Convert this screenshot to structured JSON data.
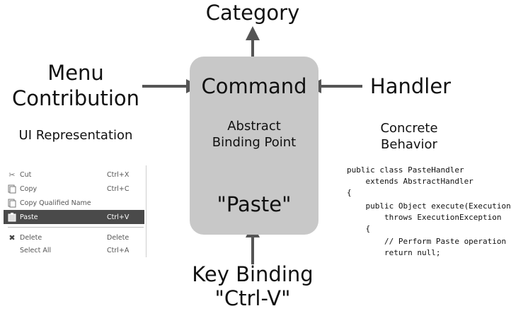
{
  "diagram": {
    "category": "Category",
    "menu_contribution": "Menu\nContribution",
    "ui_representation": "UI Representation",
    "command": "Command",
    "abstract_binding_point": "Abstract\nBinding Point",
    "paste": "\"Paste\"",
    "handler": "Handler",
    "concrete_behavior": "Concrete\nBehavior",
    "key_binding": "Key Binding",
    "key_binding_value": "\"Ctrl-V\""
  },
  "menu": {
    "items": [
      {
        "label": "Cut",
        "shortcut": "Ctrl+X",
        "icon": "scissors-icon",
        "selected": false
      },
      {
        "label": "Copy",
        "shortcut": "Ctrl+C",
        "icon": "copy-icon",
        "selected": false
      },
      {
        "label": "Copy Qualified Name",
        "shortcut": "",
        "icon": "copy-qualified-icon",
        "selected": false
      },
      {
        "label": "Paste",
        "shortcut": "Ctrl+V",
        "icon": "clipboard-icon",
        "selected": true
      },
      {
        "label": "Delete",
        "shortcut": "Delete",
        "icon": "delete-x-icon",
        "selected": false
      },
      {
        "label": "Select All",
        "shortcut": "Ctrl+A",
        "icon": "",
        "selected": false
      }
    ],
    "selected_color": "#4a4a4a"
  },
  "code": {
    "lines": [
      "public class PasteHandler",
      "    extends AbstractHandler",
      "{",
      "    public Object execute(ExecutionEvent event)",
      "        throws ExecutionException",
      "    {",
      "        // Perform Paste operation",
      "        return null;"
    ]
  },
  "colors": {
    "command_box": "#c8c8c8",
    "arrow": "#555555"
  }
}
